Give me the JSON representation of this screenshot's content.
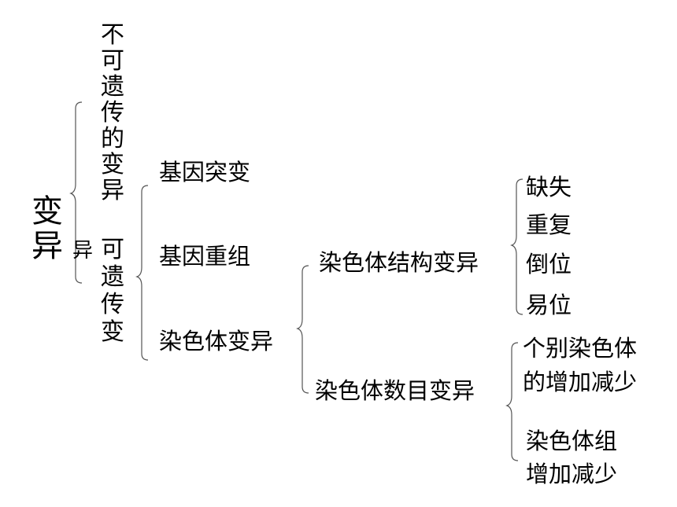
{
  "root": "变异",
  "non_heritable": "不可遗传的变异",
  "heritable_suffix": "异",
  "heritable": "可遗传变",
  "level2": [
    "基因突变",
    "基因重组",
    "染色体变异"
  ],
  "chromosome_variation": [
    "染色体结构变异",
    "染色体数目变异"
  ],
  "structural_variation": [
    "缺失",
    "重复",
    "倒位",
    "易位"
  ],
  "number_variation": [
    {
      "line1": "个别染色体",
      "line2": "的增加减少"
    },
    {
      "line1": "染色体组",
      "line2": "增加减少"
    }
  ]
}
